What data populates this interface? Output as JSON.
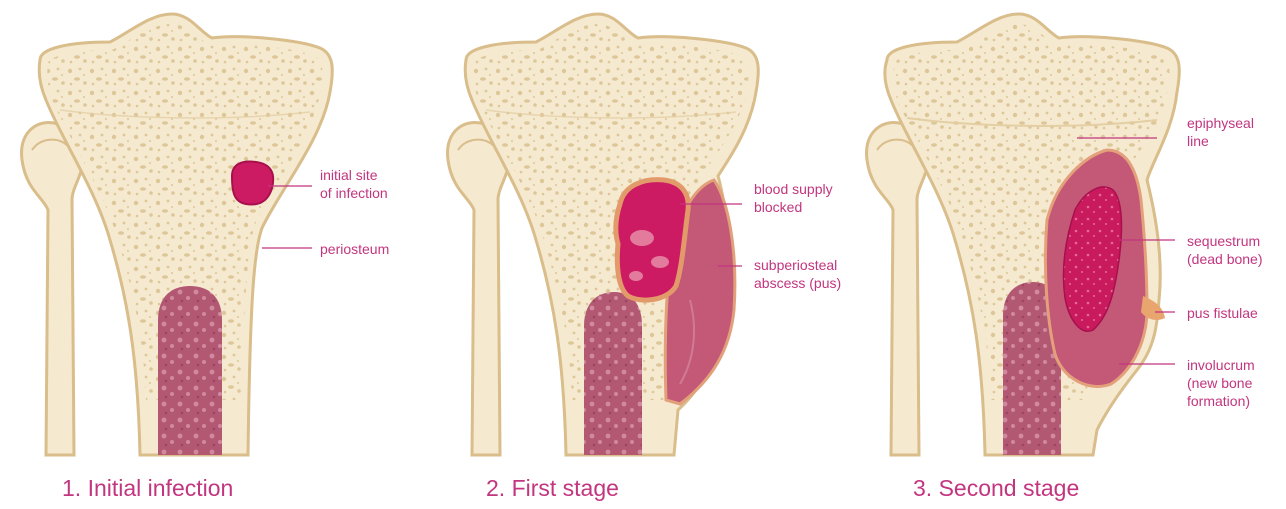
{
  "colors": {
    "bone_fill": "#f5e9d0",
    "bone_outline": "#d9bd8a",
    "spongy_dots": "#dcc595",
    "marrow": "#b35873",
    "infection": "#cc1b63",
    "abscess": "#c45877",
    "label_text": "#c2357f"
  },
  "stages": [
    {
      "caption": "1. Initial infection",
      "labels": [
        {
          "line1": "initial site",
          "line2": "of infection"
        },
        {
          "line1": "periosteum"
        }
      ]
    },
    {
      "caption": "2. First stage",
      "labels": [
        {
          "line1": "blood supply",
          "line2": "blocked"
        },
        {
          "line1": "subperiosteal",
          "line2": "abscess (pus)"
        }
      ]
    },
    {
      "caption": "3. Second stage",
      "labels": [
        {
          "line1": "epiphyseal",
          "line2": "line"
        },
        {
          "line1": "sequestrum",
          "line2": "(dead bone)"
        },
        {
          "line1": "pus fistulae"
        },
        {
          "line1": "involucrum",
          "line2": "(new bone",
          "line3": "formation)"
        }
      ]
    }
  ]
}
